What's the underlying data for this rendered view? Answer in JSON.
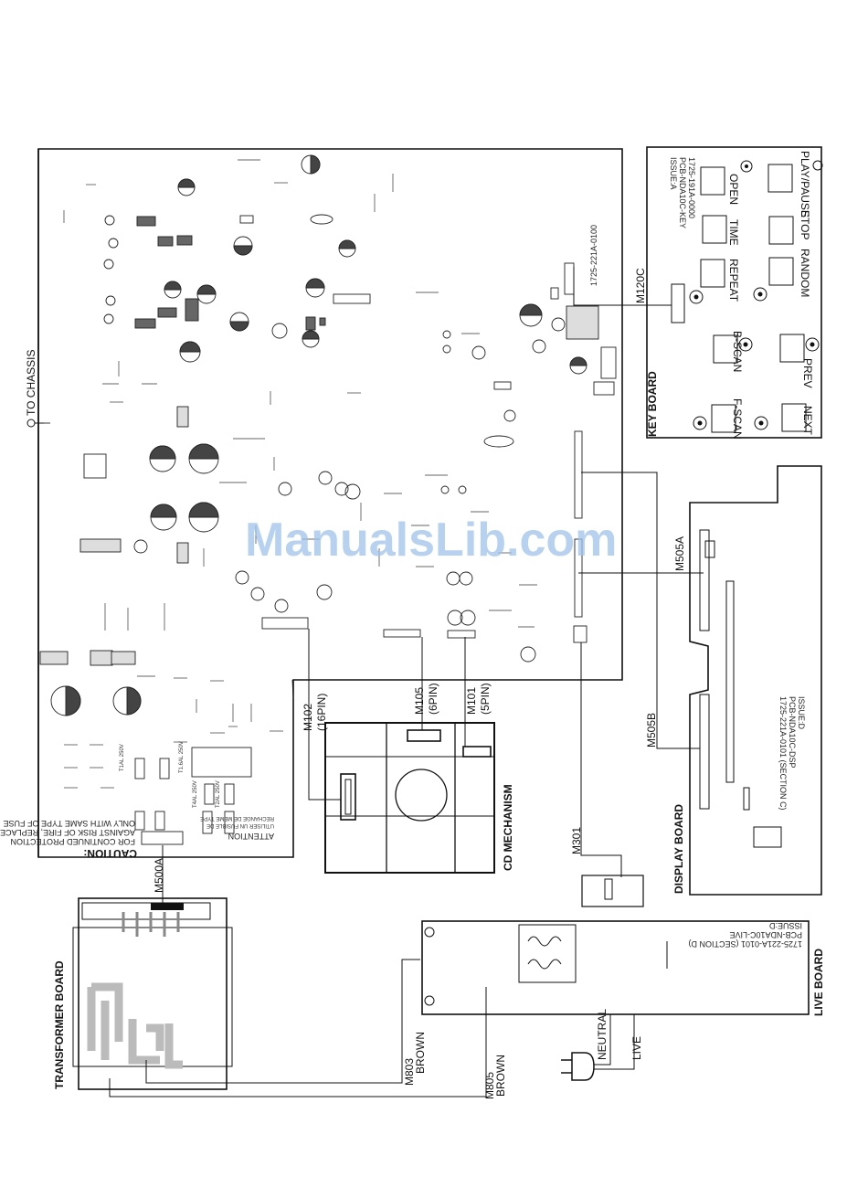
{
  "watermark": "ManualsLib.com",
  "boards": {
    "key": "KEY BOARD",
    "display": "DISPLAY BOARD",
    "live": "LIVE BOARD",
    "transformer": "TRANSFORMER BOARD",
    "cd": "CD MECHANISM"
  },
  "key_board": {
    "buttons": [
      "PLAY/PAUSE",
      "STOP",
      "RANDOM",
      "PREV",
      "NEXT",
      "OPEN",
      "TIME",
      "REPEAT",
      "B-SCAN",
      "F-SCAN"
    ],
    "pcb_info": [
      "ISSUE:A",
      "PCB-NDA10C-KEY",
      "1725-191A-0000"
    ]
  },
  "connectors": {
    "m120c": "M120C",
    "m505a": "M505A",
    "m505b": "M505B",
    "m102": "M102",
    "m102_pins": "(16PIN)",
    "m105": "M105",
    "m105_pins": "(6PIN)",
    "m101": "M101",
    "m101_pins": "(5PIN)",
    "m301": "M301",
    "m500a": "M500A",
    "m803": "M803",
    "m805": "M805"
  },
  "wires": {
    "brown1": "BROWN",
    "brown2": "BROWN",
    "neutral": "NEUTRAL",
    "live": "LIVE"
  },
  "chassis": "TO CHASSIS",
  "main_pcb_number": "1725-221A-0100",
  "display_pcb_info": [
    "ISSUE:D",
    "PCB-NDA10C-DSP",
    "1725-221A-0101 (SECTION C)"
  ],
  "live_pcb_info": [
    "ISSUE:D",
    "PCB-NDA10C-LIVE",
    "1725-221A-0101 (SECTION D)"
  ],
  "caution": [
    "CAUTION:",
    "FOR CONTINUED PROTECTION",
    "AGAINST RISK OF FIRE, REPLACE",
    "ONLY WITH SAME TYPE OF FUSE"
  ],
  "attention": [
    "ATTENTION",
    "UTILISER UN FUSIBLE DE",
    "RECHANGE DE MEME TYPE"
  ],
  "fuse_ratings": [
    "T1AL 250V",
    "T1.6AL 250V",
    "T4AL 250V",
    "T2AL 250V"
  ]
}
